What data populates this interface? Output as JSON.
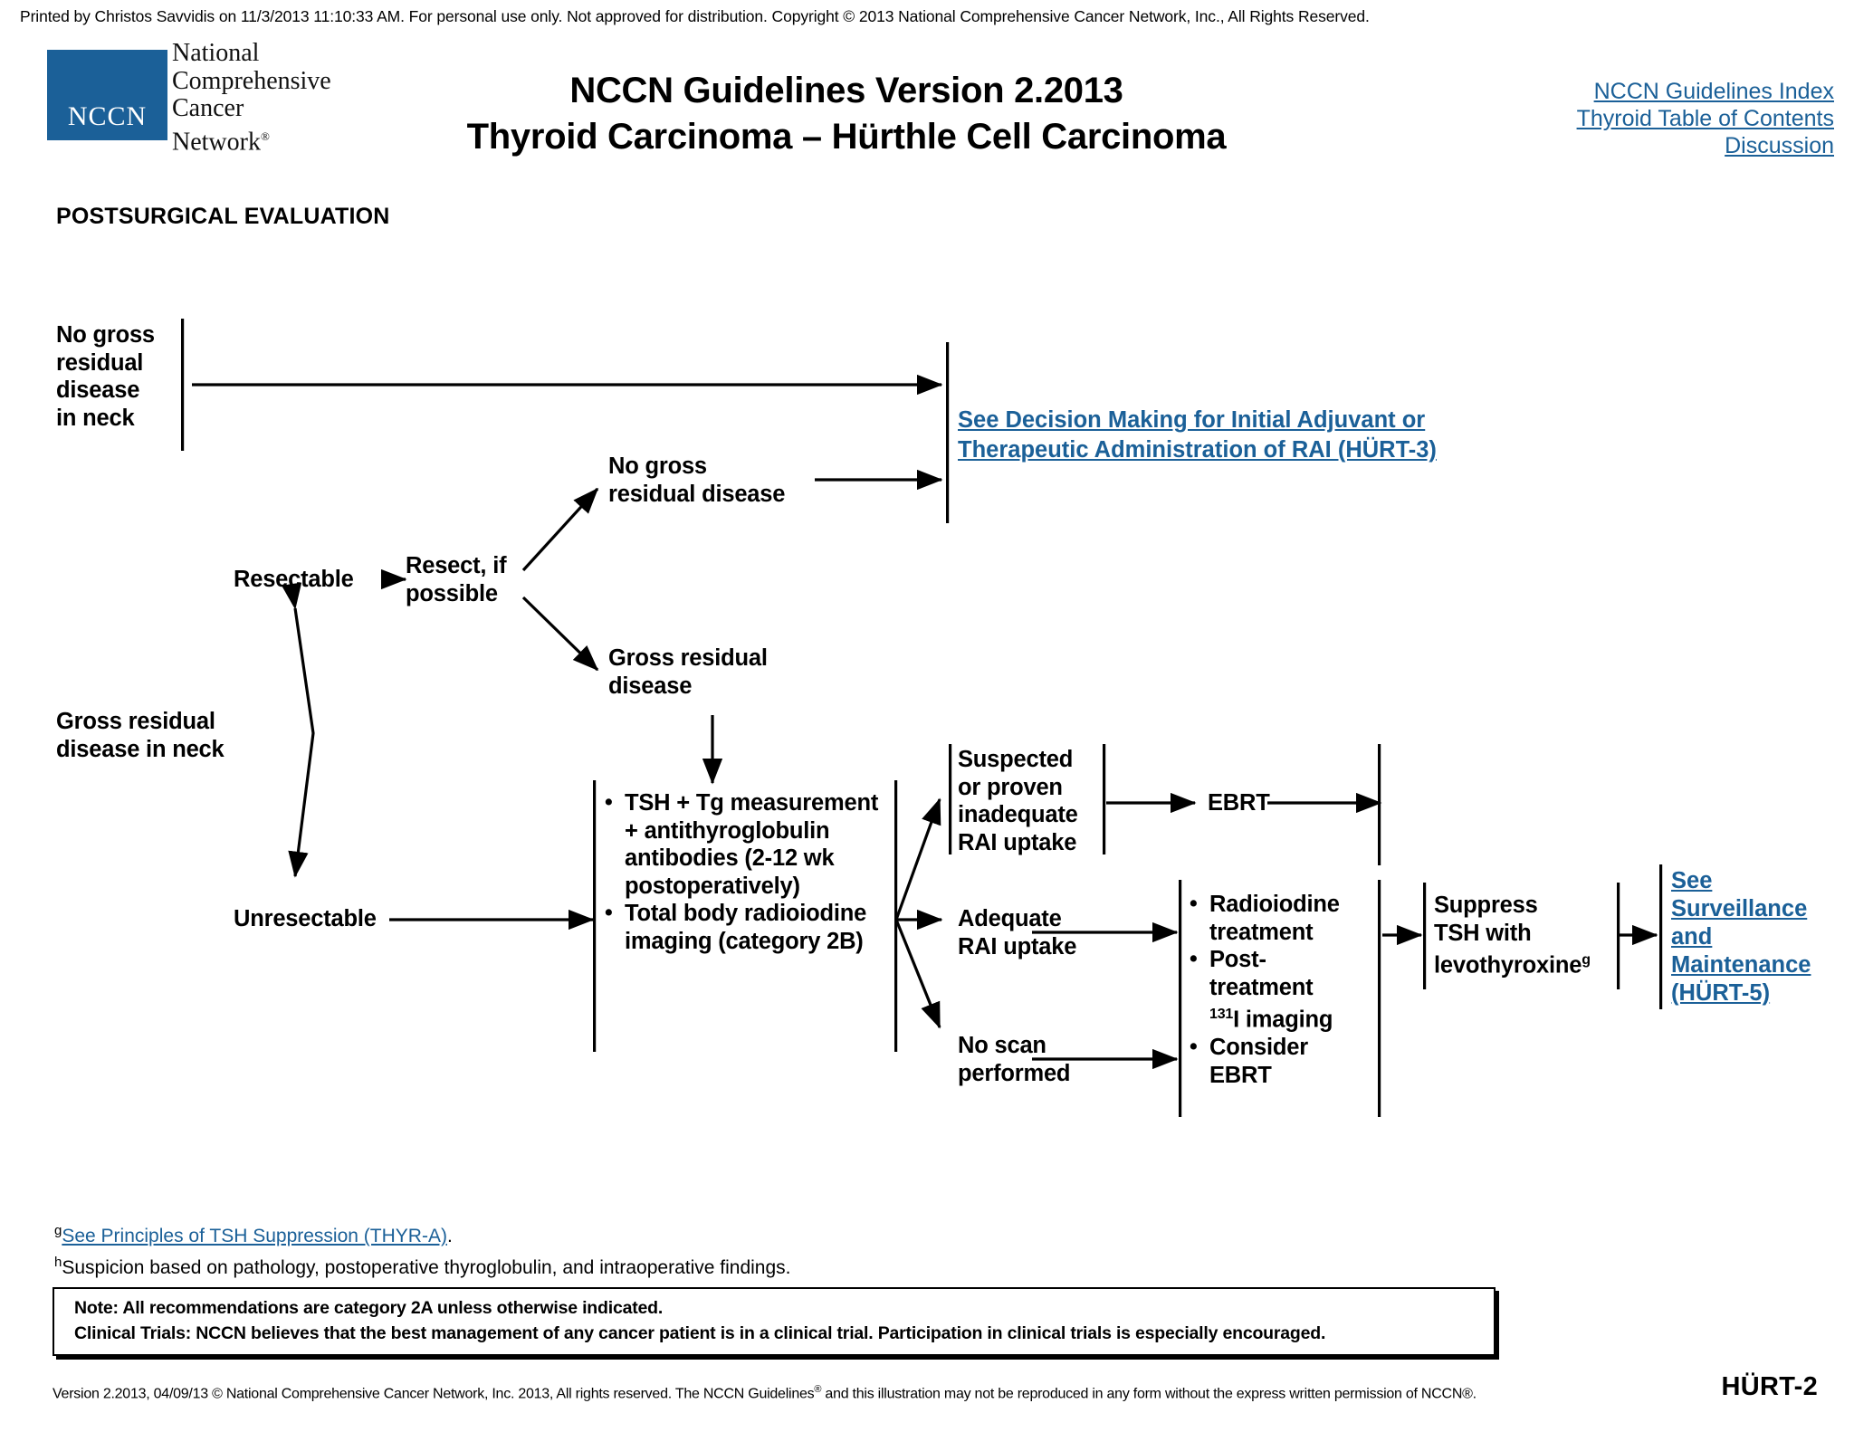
{
  "print_banner": "Printed by Christos Savvidis on 11/3/2013 11:10:33 AM.  For personal use only.  Not approved for distribution.  Copyright © 2013 National Comprehensive Cancer Network, Inc., All Rights Reserved.",
  "brand": {
    "logo_mark": "NCCN",
    "logo_line1": "National",
    "logo_line2": "Comprehensive",
    "logo_line3": "Cancer",
    "logo_line4": "Network",
    "logo_registered": "®",
    "accent_color": "#1b6098"
  },
  "header": {
    "title_line1": "NCCN Guidelines Version 2.2013",
    "title_line2": "Thyroid Carcinoma – Hürthle Cell Carcinoma",
    "links": [
      "NCCN Guidelines Index",
      "Thyroid Table of Contents",
      "Discussion"
    ]
  },
  "section_heading": "POSTSURGICAL EVALUATION",
  "flow": {
    "no_gross_residual_neck": "No gross\nresidual\ndisease\nin neck",
    "gross_residual_neck": "Gross residual\ndisease in neck",
    "resectable": "Resectable",
    "unresectable": "Unresectable",
    "resect_if_possible": "Resect, if\npossible",
    "no_gross_residual_disease": "No gross\nresidual disease",
    "gross_residual_disease": "Gross residual\ndisease",
    "rai_link": "See Decision Making for Initial Adjuvant or Therapeutic Administration of RAI  (HÜRT-3)",
    "workup_bullets": [
      "TSH + Tg measurement + antithyroglobulin antibodies (2-12 wk postoperatively)",
      "Total body radioiodine imaging (category 2B)"
    ],
    "branch_inadequate": "Suspected\nor proven\ninadequate\nRAI uptake",
    "branch_adequate": "Adequate\nRAI uptake",
    "branch_no_scan": "No scan\nperformed",
    "ebrt": "EBRT",
    "treatment_bullets": [
      "Radioiodine treatment",
      "Post-treatment 131I imaging",
      "Consider EBRT"
    ],
    "treatment_bullet_2_pre": "Post-",
    "treatment_bullet_2_mid": "treatment",
    "treatment_bullet_2_sup": "131",
    "treatment_bullet_2_post": "I imaging",
    "suppress_tsh": "Suppress\nTSH with\nlevothyroxine",
    "suppress_tsh_footnote": "g",
    "surveillance_link": "See Surveillance and Maintenance (HÜRT-5)"
  },
  "footnotes": [
    {
      "mark": "g",
      "text": "See Principles of TSH Suppression (THYR-A)",
      "link": true,
      "tail": "."
    },
    {
      "mark": "h",
      "text": "Suspicion based on pathology, postoperative thyroglobulin, and intraoperative findings.",
      "link": false,
      "tail": ""
    }
  ],
  "note_box": {
    "line1": "Note:  All recommendations are category 2A unless otherwise indicated.",
    "line2": "Clinical Trials: NCCN believes that the best management of any cancer patient is in a clinical trial.  Participation in clinical trials is especially encouraged."
  },
  "footer": {
    "text_pre": "Version 2.2013, 04/09/13 © National Comprehensive Cancer Network, Inc. 2013, All rights reserved. The NCCN Guidelines",
    "reg": "®",
    "text_post": " and this illustration may not be reproduced in any form without the express written permission of NCCN®.",
    "page_code": "HÜRT-2"
  }
}
